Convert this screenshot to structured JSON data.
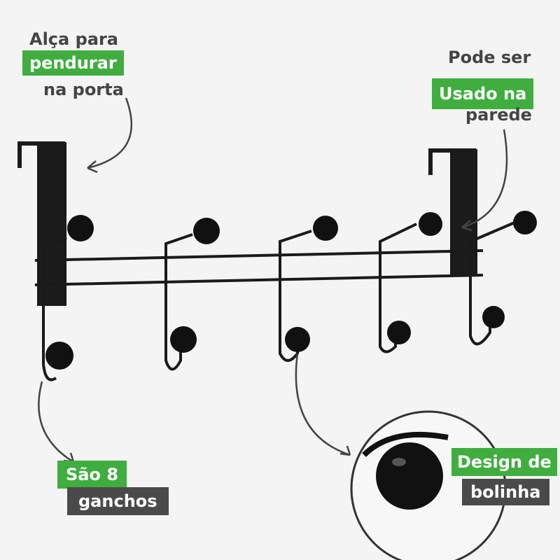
{
  "labels": {
    "handle": {
      "line1": "Alça para",
      "line2": "pendurar",
      "line3": "na porta"
    },
    "wall": {
      "line1": "Pode ser",
      "line2": "Usado na",
      "line3": "parede"
    },
    "hooks": {
      "line1": "São 8",
      "line2": "ganchos"
    },
    "design": {
      "line1": "Design de",
      "line2": "bolinha"
    }
  },
  "colors": {
    "green": "#3fae3f",
    "dark": "#4a4a4a",
    "text": "#444444"
  }
}
